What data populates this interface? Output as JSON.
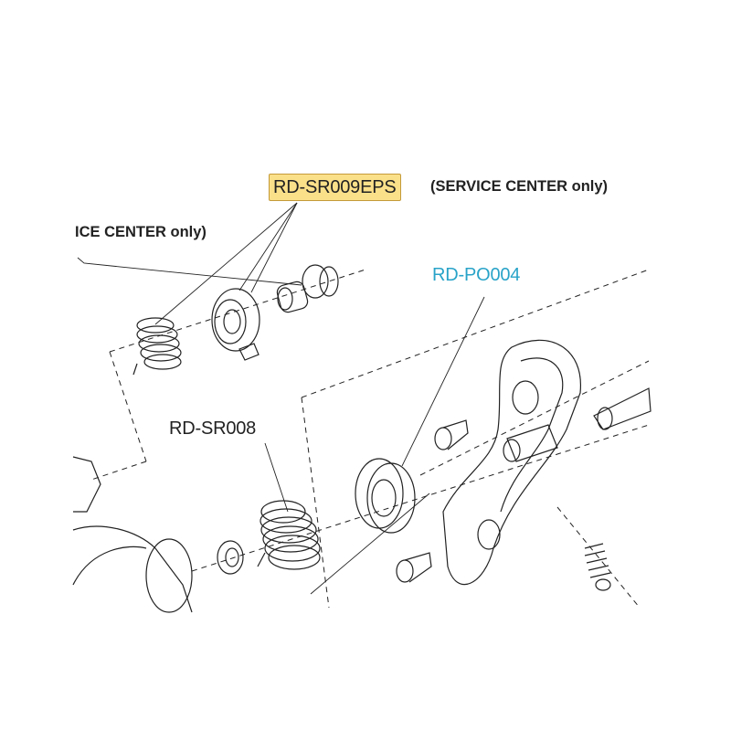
{
  "labels": {
    "sr009": "RD-SR009EPS",
    "sr009_note": "(SERVICE CENTER only)",
    "left_note": "ICE CENTER only)",
    "po004": "RD-PO004",
    "sr008": "RD-SR008"
  },
  "colors": {
    "highlight": "#fbe08a",
    "accent": "#29a3c8",
    "ink": "#222222"
  }
}
